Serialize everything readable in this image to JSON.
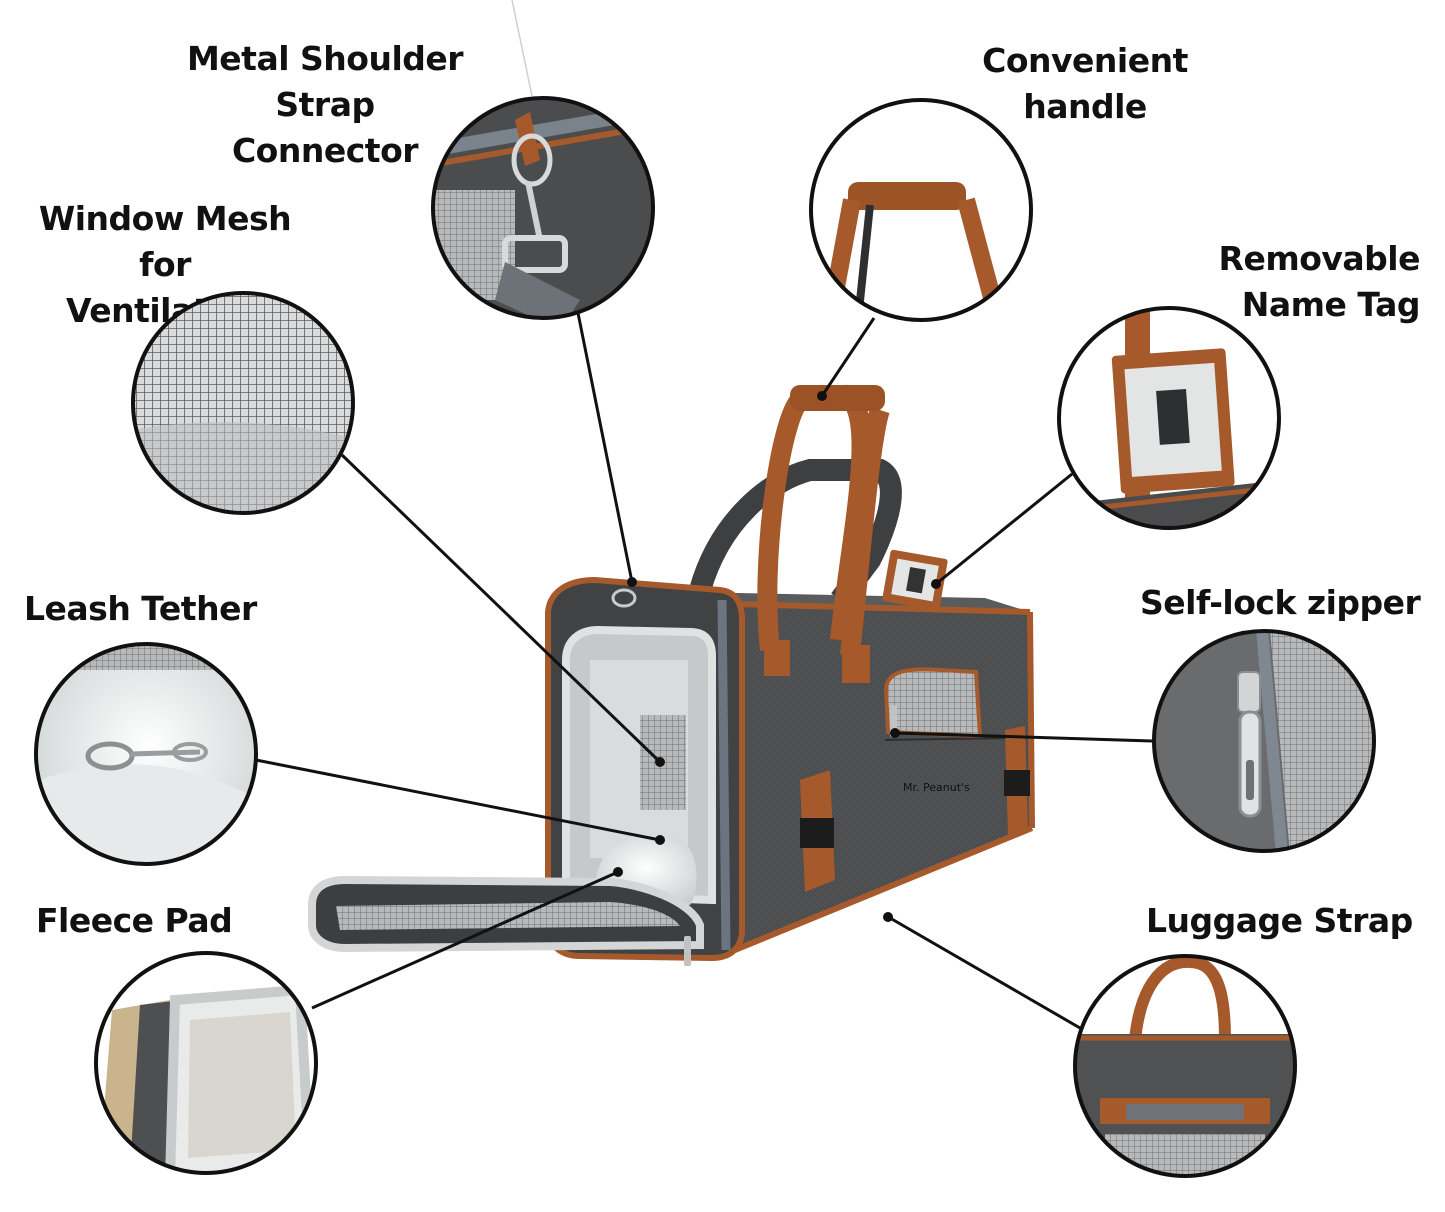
{
  "labels": {
    "shoulder_strap": [
      "Metal Shoulder",
      "Strap Connector"
    ],
    "window_mesh": [
      "Window Mesh for",
      "Ventilation"
    ],
    "leash_tether": [
      "Leash Tether"
    ],
    "fleece_pad": [
      "Fleece Pad"
    ],
    "handle": [
      "Convenient",
      "handle"
    ],
    "name_tag": [
      "Removable",
      "Name Tag"
    ],
    "zipper": [
      "Self-lock zipper"
    ],
    "luggage_strap": [
      "Luggage Strap"
    ]
  },
  "brand_text": "Mr. Peanut's",
  "colors": {
    "fabric": "#4a4b4d",
    "fabric_dark": "#353638",
    "leather": "#a65a2c",
    "leather_dark": "#7a3f1c",
    "fleece": "#eef0f0",
    "mesh": "#9a9c9e",
    "callout_stroke": "#111111"
  }
}
